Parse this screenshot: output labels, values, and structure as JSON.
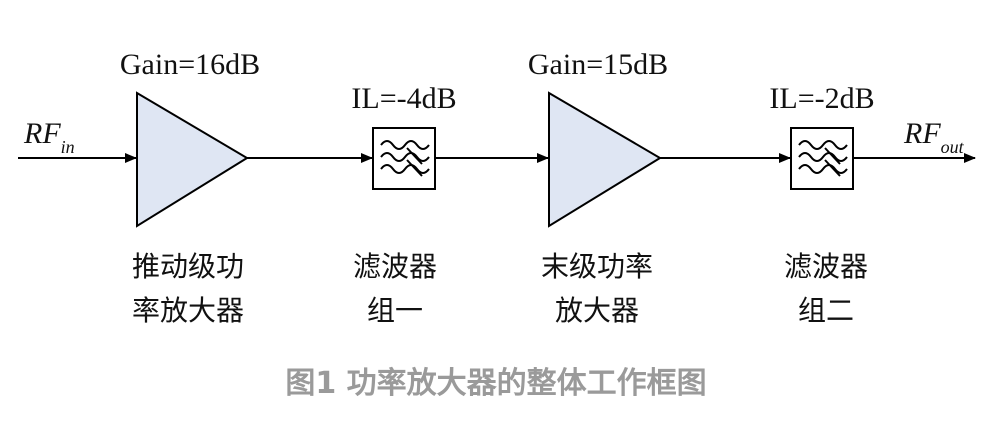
{
  "input": {
    "main": "RF",
    "sub": "in"
  },
  "output": {
    "main": "RF",
    "sub": "out"
  },
  "stages": [
    {
      "param": "Gain=16dB",
      "name_line1": "推动级功",
      "name_line2": "率放大器"
    },
    {
      "param": "IL=-4dB",
      "name_line1": "滤波器",
      "name_line2": "组一"
    },
    {
      "param": "Gain=15dB",
      "name_line1": "末级功率",
      "name_line2": "放大器"
    },
    {
      "param": "IL=-2dB",
      "name_line1": "滤波器",
      "name_line2": "组二"
    }
  ],
  "caption": "图1 功率放大器的整体工作框图",
  "colors": {
    "amplifier_fill": "#dfe6f3",
    "line": "#000000",
    "caption": "#9a9a9a"
  }
}
